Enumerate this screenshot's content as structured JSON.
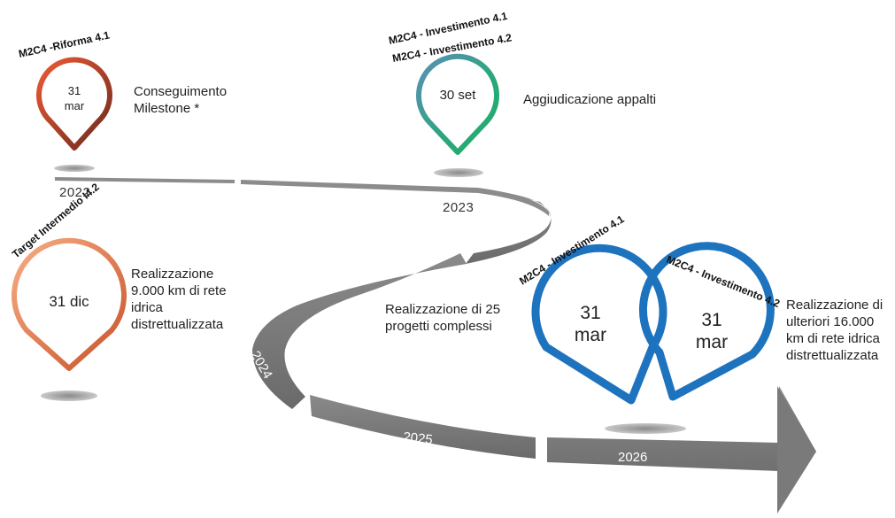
{
  "colors": {
    "road": "#7a7a7a",
    "road_dark": "#5e5e5e",
    "pin_red_start": "#e85a3a",
    "pin_red_end": "#6e2a1c",
    "pin_teal_start": "#5b8fb8",
    "pin_teal_end": "#1fb067",
    "pin_orange_start": "#f3a074",
    "pin_orange_end": "#cf5a2c",
    "pin_blue": "#1e73be"
  },
  "years": {
    "y2022": "2022",
    "y2023": "2023",
    "y2024": "2024",
    "y2025": "2025",
    "y2026": "2026"
  },
  "milestones": [
    {
      "tag": "M2C4 -Riforma 4.1",
      "date_line1": "31",
      "date_line2": "mar",
      "desc_line1": "Conseguimento",
      "desc_line2": "Milestone *"
    },
    {
      "tag_line1": "M2C4 - Investimento 4.1",
      "tag_line2": "M2C4 - Investimento 4.2",
      "date": "30 set",
      "desc": "Aggiudicazione appalti"
    },
    {
      "tag": "Target Intermedio I4.2",
      "date": "31 dic",
      "desc_line1": "Realizzazione",
      "desc_line2": "9.000  km di rete",
      "desc_line3": "idrica",
      "desc_line4": "distrettualizzata"
    },
    {
      "desc_line1": "Realizzazione di 25",
      "desc_line2": "progetti complessi"
    },
    {
      "tag": "M2C4 - Investimento 4.1",
      "date_line1": "31",
      "date_line2": "mar"
    },
    {
      "tag": "M2C4 - Investimento 4.2",
      "date_line1": "31",
      "date_line2": "mar",
      "desc_line1": "Realizzazione di",
      "desc_line2": "ulteriori 16.000",
      "desc_line3": "km di rete idrica",
      "desc_line4": "distrettualizzata"
    }
  ]
}
